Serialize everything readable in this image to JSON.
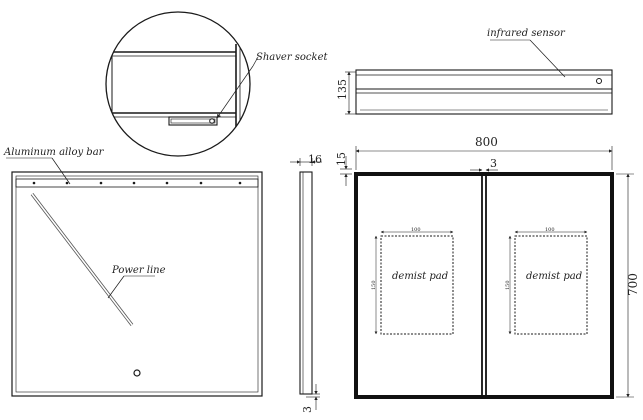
{
  "labels": {
    "shaver_socket": "Shaver socket",
    "infrared_sensor": "infrared sensor",
    "aluminum_bar": "Aluminum alloy bar",
    "power_line": "Power line",
    "demist_pad": "demist pad"
  },
  "dimensions": {
    "top_height": "135",
    "depth": "16",
    "top_gap": "15",
    "width": "800",
    "center_gap": "3",
    "height": "700",
    "bottom_gap": "3",
    "pad_width": "100",
    "pad_height": "150"
  },
  "colors": {
    "line": "#1a1a1a",
    "frame": "#111111"
  }
}
